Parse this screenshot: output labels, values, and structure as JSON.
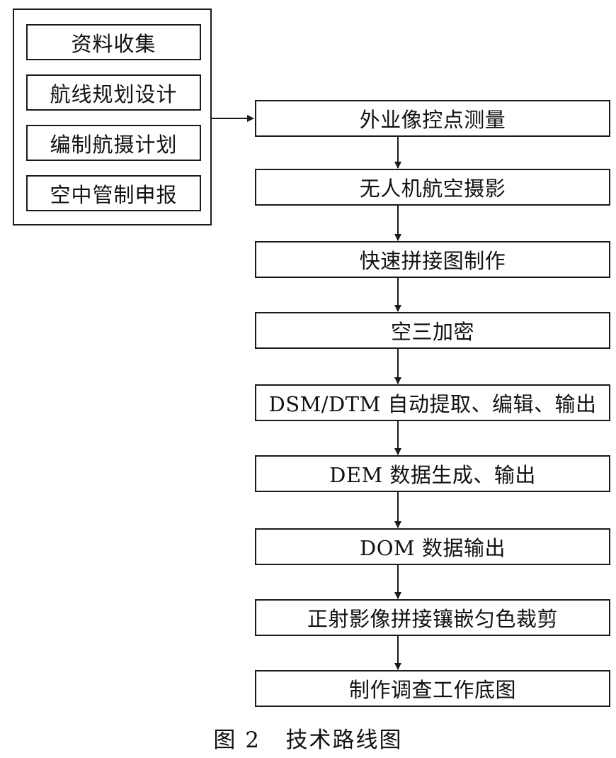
{
  "prep_steps": [
    "资料收集",
    "航线规划设计",
    "编制航摄计划",
    "空中管制申报"
  ],
  "flow_steps": [
    "外业像控点测量",
    "无人机航空摄影",
    "快速拼接图制作",
    "空三加密",
    "DSM/DTM 自动提取、编辑、输出",
    "DEM 数据生成、输出",
    "DOM 数据输出",
    "正射影像拼接镶嵌匀色裁剪",
    "制作调查工作底图"
  ],
  "caption": "图 2   技术路线图",
  "colors": {
    "line": "#1a1a1a",
    "text": "#111111",
    "background": "#ffffff"
  }
}
